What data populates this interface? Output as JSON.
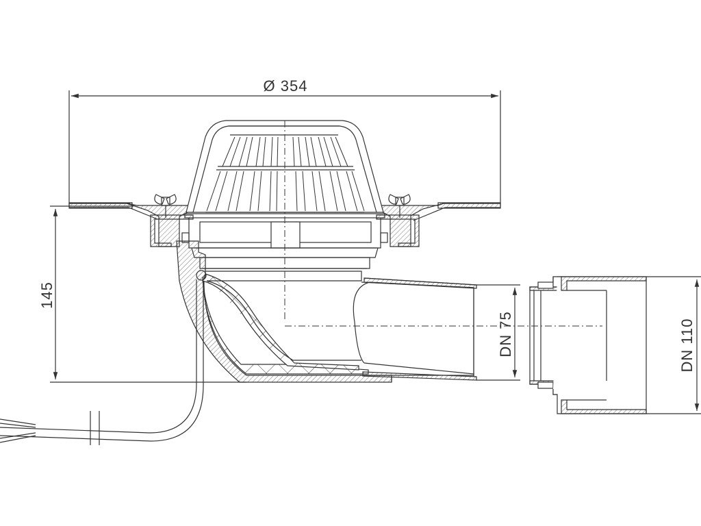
{
  "dimensions": {
    "overall_diameter": "Ø 354",
    "height": "145",
    "outlet_small": "DN 75",
    "outlet_large": "DN 110"
  }
}
